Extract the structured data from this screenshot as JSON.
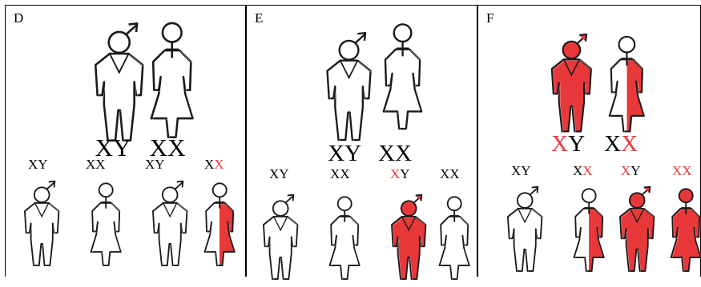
{
  "colors": {
    "affected": "#e8383a",
    "outline": "#1a1a1a",
    "unaffected": "#ffffff"
  },
  "panels": [
    {
      "label": "D",
      "parents": [
        {
          "sex": "male",
          "fill": "none",
          "genotype": [
            {
              "t": "X",
              "red": false
            },
            {
              "t": "Y",
              "red": false
            }
          ]
        },
        {
          "sex": "female",
          "fill": "none",
          "genotype": [
            {
              "t": "X",
              "red": false
            },
            {
              "t": "X",
              "red": false
            }
          ]
        }
      ],
      "children": [
        {
          "sex": "male",
          "fill": "none",
          "genotype": [
            {
              "t": "X",
              "red": false
            },
            {
              "t": "Y",
              "red": false
            }
          ]
        },
        {
          "sex": "female",
          "fill": "none",
          "genotype": [
            {
              "t": "X",
              "red": false
            },
            {
              "t": "X",
              "red": false
            }
          ]
        },
        {
          "sex": "male",
          "fill": "none",
          "genotype": [
            {
              "t": "X",
              "red": false
            },
            {
              "t": "Y",
              "red": false
            }
          ]
        },
        {
          "sex": "female",
          "fill": "half",
          "genotype": [
            {
              "t": "X",
              "red": false
            },
            {
              "t": "X",
              "red": true
            }
          ]
        }
      ]
    },
    {
      "label": "E",
      "parents": [
        {
          "sex": "male",
          "fill": "none",
          "genotype": [
            {
              "t": "X",
              "red": false
            },
            {
              "t": "Y",
              "red": false
            }
          ]
        },
        {
          "sex": "female",
          "fill": "none",
          "genotype": [
            {
              "t": "X",
              "red": false
            },
            {
              "t": "X",
              "red": false
            }
          ]
        }
      ],
      "children": [
        {
          "sex": "male",
          "fill": "none",
          "genotype": [
            {
              "t": "X",
              "red": false
            },
            {
              "t": "Y",
              "red": false
            }
          ]
        },
        {
          "sex": "female",
          "fill": "none",
          "genotype": [
            {
              "t": "X",
              "red": false
            },
            {
              "t": "X",
              "red": false
            }
          ]
        },
        {
          "sex": "male",
          "fill": "full",
          "genotype": [
            {
              "t": "X",
              "red": true
            },
            {
              "t": "Y",
              "red": false
            }
          ]
        },
        {
          "sex": "female",
          "fill": "none",
          "genotype": [
            {
              "t": "X",
              "red": false
            },
            {
              "t": "X",
              "red": false
            }
          ]
        }
      ]
    },
    {
      "label": "F",
      "parents": [
        {
          "sex": "male",
          "fill": "full",
          "genotype": [
            {
              "t": "X",
              "red": true
            },
            {
              "t": "Y",
              "red": false
            }
          ]
        },
        {
          "sex": "female",
          "fill": "half",
          "genotype": [
            {
              "t": "X",
              "red": false
            },
            {
              "t": "X",
              "red": true
            }
          ]
        }
      ],
      "children": [
        {
          "sex": "male",
          "fill": "none",
          "genotype": [
            {
              "t": "X",
              "red": false
            },
            {
              "t": "Y",
              "red": false
            }
          ]
        },
        {
          "sex": "female",
          "fill": "half",
          "genotype": [
            {
              "t": "X",
              "red": false
            },
            {
              "t": "X",
              "red": true
            }
          ]
        },
        {
          "sex": "male",
          "fill": "full",
          "genotype": [
            {
              "t": "X",
              "red": true
            },
            {
              "t": "Y",
              "red": false
            }
          ]
        },
        {
          "sex": "female",
          "fill": "full",
          "genotype": [
            {
              "t": "X",
              "red": true
            },
            {
              "t": "X",
              "red": true
            }
          ]
        }
      ]
    }
  ]
}
